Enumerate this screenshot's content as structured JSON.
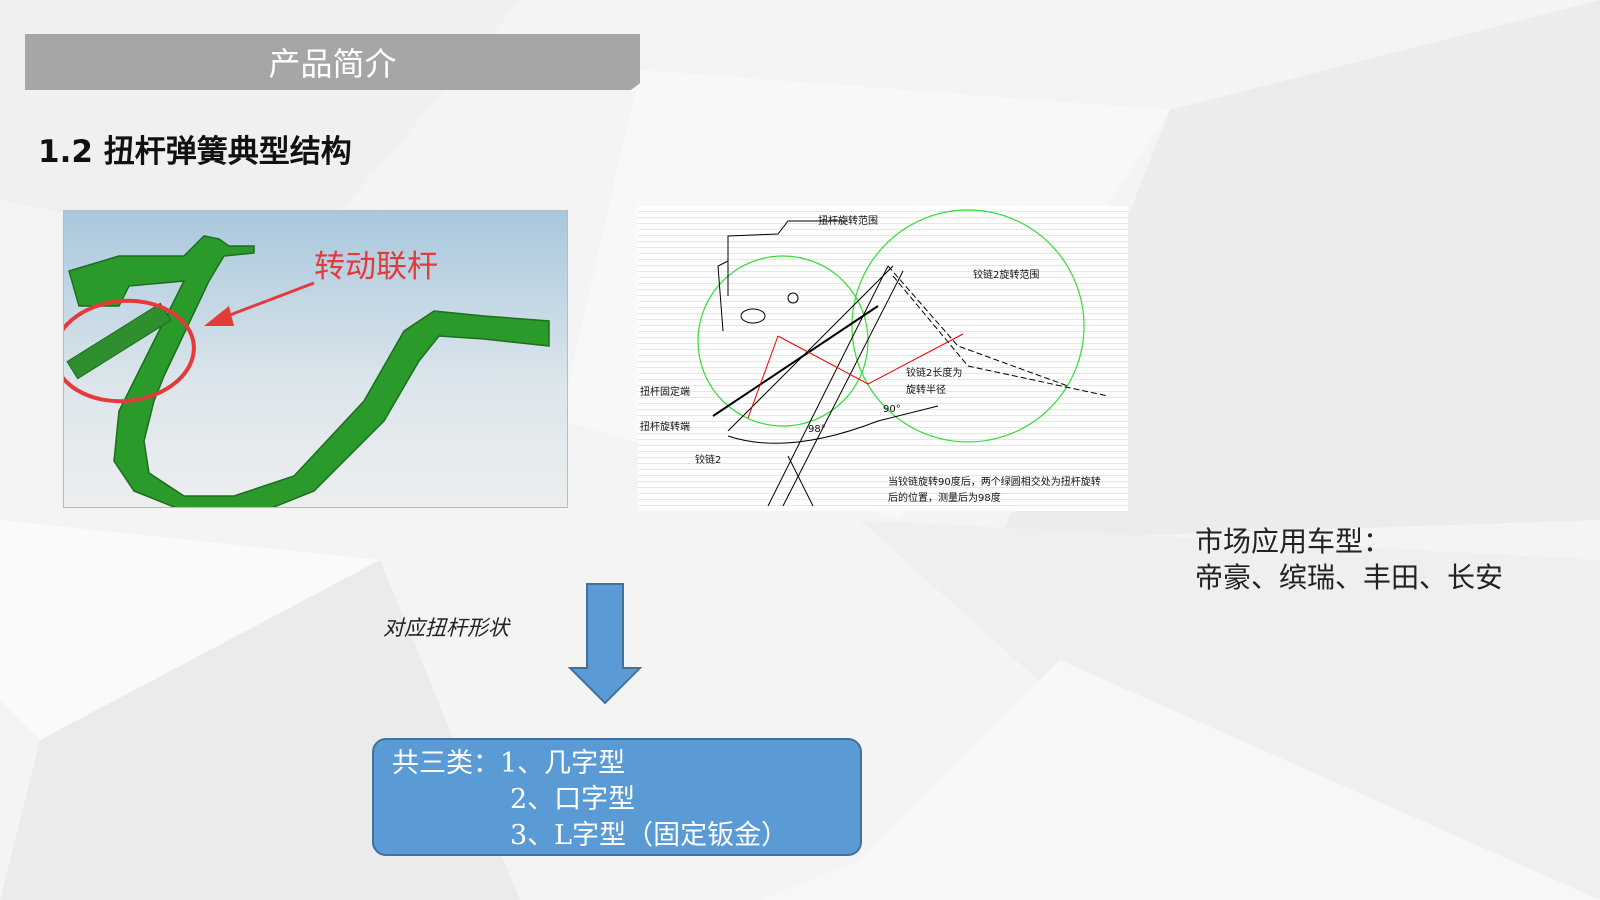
{
  "header": {
    "title": "产品简介"
  },
  "section_title": "1.2 扭杆弹簧典型结构",
  "photo": {
    "callout_label": "转动联杆"
  },
  "diagram": {
    "labels": {
      "torsion_range": "扭杆旋转范围",
      "hinge2_range": "铰链2旋转范围",
      "fixed_end": "扭杆固定端",
      "rotating_end": "扭杆旋转端",
      "hinge2": "铰链2",
      "radius_note_1": "铰链2长度为",
      "radius_note_2": "旋转半径",
      "angle_90": "90°",
      "angle_98": "98°",
      "caption_1": "当铰链旋转90度后，两个绿圆相交处为扭杆旋转",
      "caption_2": "后的位置，测量后为98度"
    }
  },
  "market": {
    "label": "市场应用车型：",
    "models": "帝豪、缤瑞、丰田、长安"
  },
  "arrow_label": "对应扭杆形状",
  "types": {
    "line1": "共三类：1、几字型",
    "line2": "2、口字型",
    "line3": "3、L字型（固定钣金）"
  },
  "colors": {
    "header": "#a6a6a6",
    "box": "#5b9bd5",
    "part_green": "#2a9a2a",
    "callout_red": "#e53a3a"
  }
}
